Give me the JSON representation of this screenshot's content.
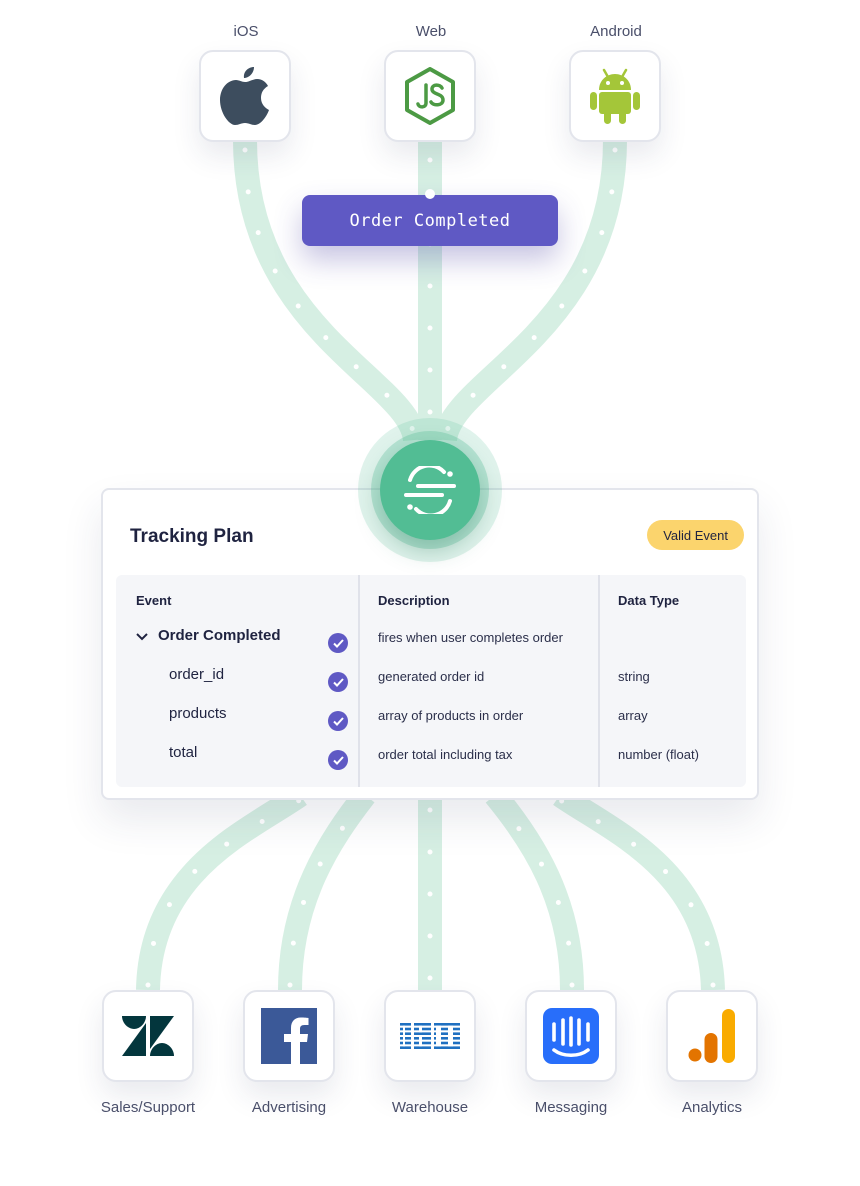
{
  "sources": [
    {
      "label": "iOS",
      "icon": "apple-icon",
      "color": "#3d4d5e"
    },
    {
      "label": "Web",
      "icon": "nodejs-icon",
      "color": "#4c9a44"
    },
    {
      "label": "Android",
      "icon": "android-icon",
      "color": "#a4c639"
    }
  ],
  "event_pill": {
    "label": "Order Completed",
    "color": "#5f59c4"
  },
  "hub": {
    "icon": "segment-logo-icon",
    "color": "#52bd94"
  },
  "tracking_plan": {
    "title": "Tracking Plan",
    "badge": "Valid Event",
    "columns": [
      "Event",
      "Description",
      "Data Type"
    ],
    "rows": [
      {
        "name": "Order Completed",
        "description": "fires when user completes order",
        "type": "",
        "expanded": true
      },
      {
        "name": "order_id",
        "description": "generated order id",
        "type": "string"
      },
      {
        "name": "products",
        "description": "array of products in order",
        "type": "array"
      },
      {
        "name": "total",
        "description": "order total including tax",
        "type": "number (float)"
      }
    ]
  },
  "destinations": [
    {
      "label": "Sales/Support",
      "icon": "zendesk-icon",
      "color": "#03363d"
    },
    {
      "label": "Advertising",
      "icon": "facebook-icon",
      "color": "#3b5998"
    },
    {
      "label": "Warehouse",
      "icon": "ibm-icon",
      "color": "#1f70c1"
    },
    {
      "label": "Messaging",
      "icon": "intercom-icon",
      "color": "#286efa"
    },
    {
      "label": "Analytics",
      "icon": "google-analytics-icon",
      "color": "#f9ab00"
    }
  ],
  "colors": {
    "flow": "#d6efe3",
    "accent": "#5f59c4",
    "badge": "#fbd46d"
  }
}
